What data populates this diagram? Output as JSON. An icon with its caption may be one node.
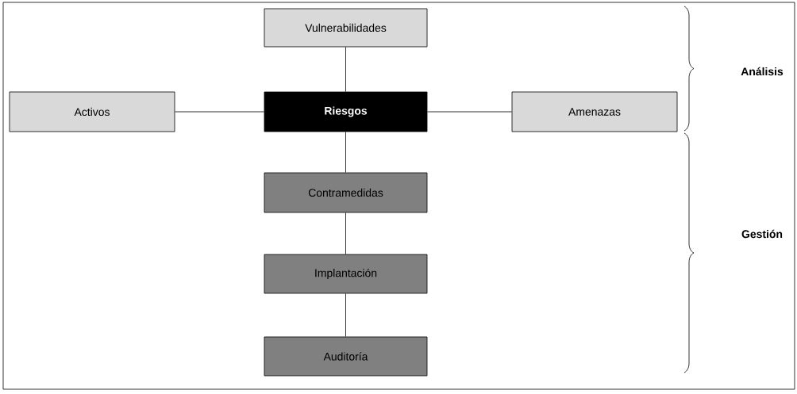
{
  "diagram": {
    "nodes": [
      {
        "text": [
          "Vulnerabilidades"
        ]
      },
      {
        "text": [
          "Activos"
        ]
      },
      {
        "text": [
          "Riesgos"
        ]
      },
      {
        "text": [
          "Amenazas"
        ]
      },
      {
        "text": [
          "Contramedidas"
        ]
      },
      {
        "text": [
          "Implantación"
        ]
      },
      {
        "text": [
          "Auditoría"
        ]
      }
    ],
    "edges": [
      {
        "from": 0,
        "to": 2,
        "arrow": "none"
      },
      {
        "from": 1,
        "to": 2,
        "arrow": "none"
      },
      {
        "from": 2,
        "to": 3,
        "arrow": "none"
      },
      {
        "from": 2,
        "to": 4,
        "arrow": "none"
      },
      {
        "from": 4,
        "to": 5,
        "arrow": "none"
      },
      {
        "from": 5,
        "to": 6,
        "arrow": "none"
      }
    ],
    "labels": [
      "Análisis",
      "Gestión"
    ]
  }
}
